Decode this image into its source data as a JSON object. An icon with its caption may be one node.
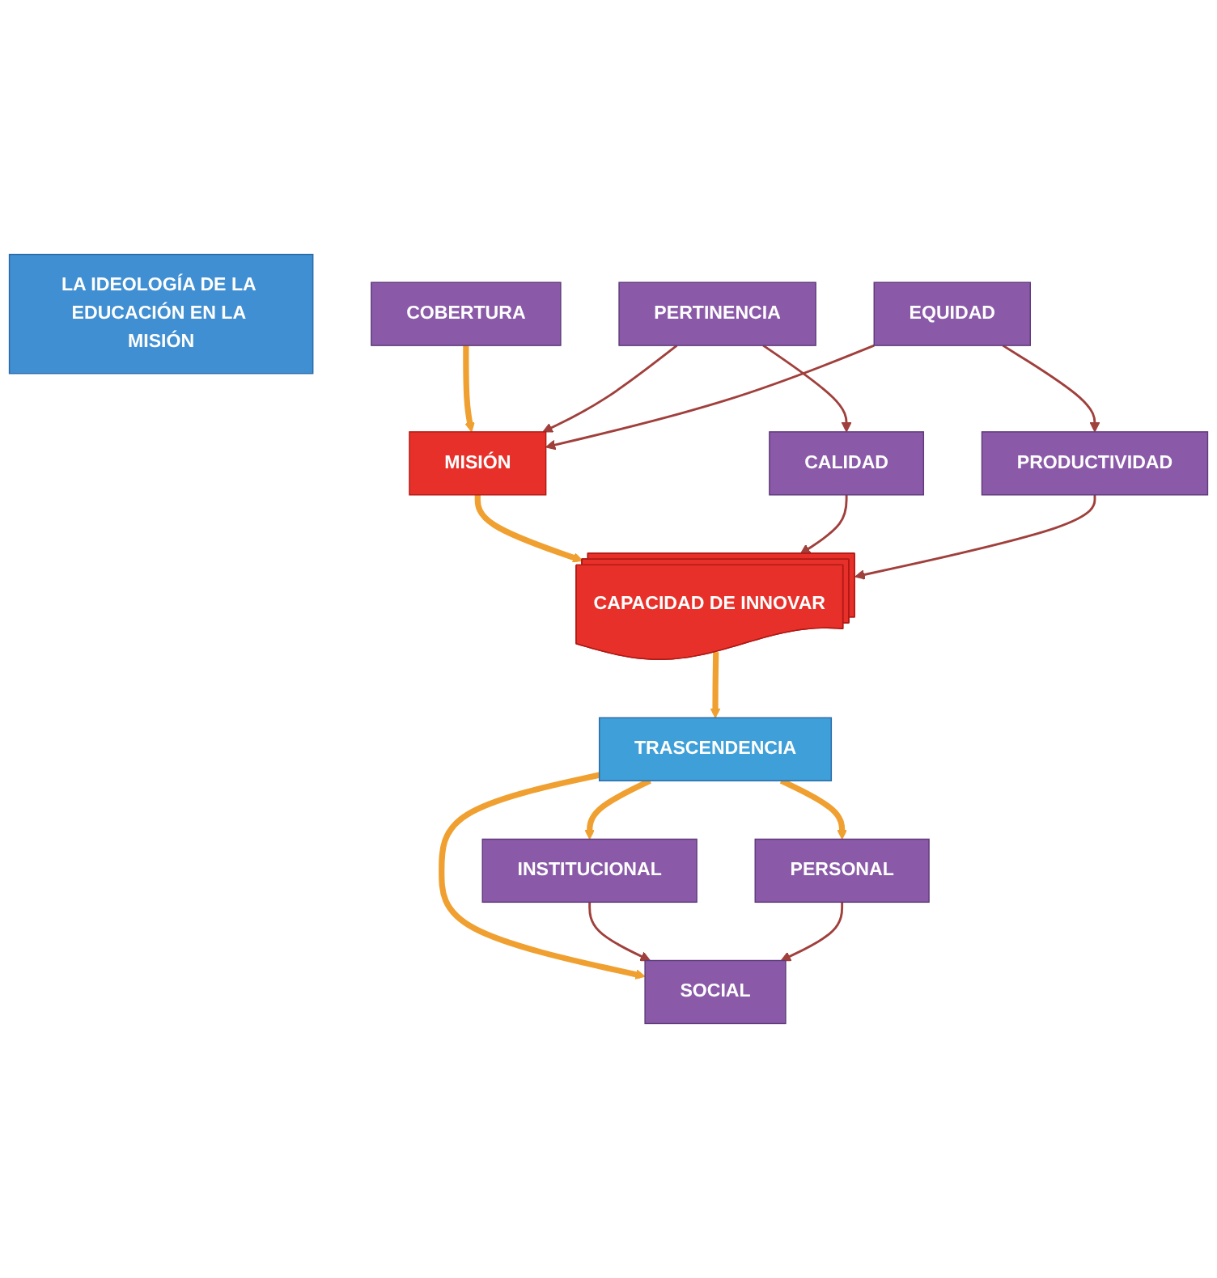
{
  "diagram": {
    "nodes": [
      {
        "text": [
          "LA IDEOLOGÍA DE LA EDUCACIÓN EN LA MISIÓN"
        ]
      },
      {
        "text": [
          "COBERTURA"
        ]
      },
      {
        "text": [
          "PERTINENCIA"
        ]
      },
      {
        "text": [
          "EQUIDAD"
        ]
      },
      {
        "text": [
          "MISIÓN"
        ]
      },
      {
        "text": [
          "CALIDAD"
        ]
      },
      {
        "text": [
          "PRODUCTIVIDAD"
        ]
      },
      {
        "text": [
          "CAPACIDAD DE INNOVAR"
        ]
      },
      {
        "text": [
          "INSTITUCIONAL"
        ]
      },
      {
        "text": [
          "TRASCENDENCIA"
        ]
      },
      {
        "text": [
          "PERSONAL"
        ]
      },
      {
        "text": [
          "SOCIAL"
        ]
      }
    ],
    "edges": [
      {
        "from": 1,
        "to": 4,
        "arrow": "to",
        "style": "thick",
        "color": "#f0a030"
      },
      {
        "from": 2,
        "to": 4,
        "arrow": "to"
      },
      {
        "from": 3,
        "to": 4,
        "arrow": "to"
      },
      {
        "from": 2,
        "to": 5,
        "arrow": "to"
      },
      {
        "from": 3,
        "to": 6,
        "arrow": "to"
      },
      {
        "from": 4,
        "to": 7,
        "arrow": "to",
        "style": "thick",
        "color": "#f0a030"
      },
      {
        "from": 5,
        "to": 7,
        "arrow": "to"
      },
      {
        "from": 6,
        "to": 7,
        "arrow": "to"
      },
      {
        "from": 7,
        "to": 9,
        "arrow": "to",
        "style": "thick",
        "color": "#f0a030"
      },
      {
        "from": 9,
        "to": 8,
        "arrow": "to",
        "style": "thick",
        "color": "#f0a030"
      },
      {
        "from": 9,
        "to": 10,
        "arrow": "to",
        "style": "thick",
        "color": "#f0a030"
      },
      {
        "from": 9,
        "to": 11,
        "arrow": "to",
        "style": "thick",
        "color": "#f0a030"
      },
      {
        "from": 8,
        "to": 11,
        "arrow": "to"
      },
      {
        "from": 10,
        "to": 11,
        "arrow": "to"
      }
    ]
  }
}
